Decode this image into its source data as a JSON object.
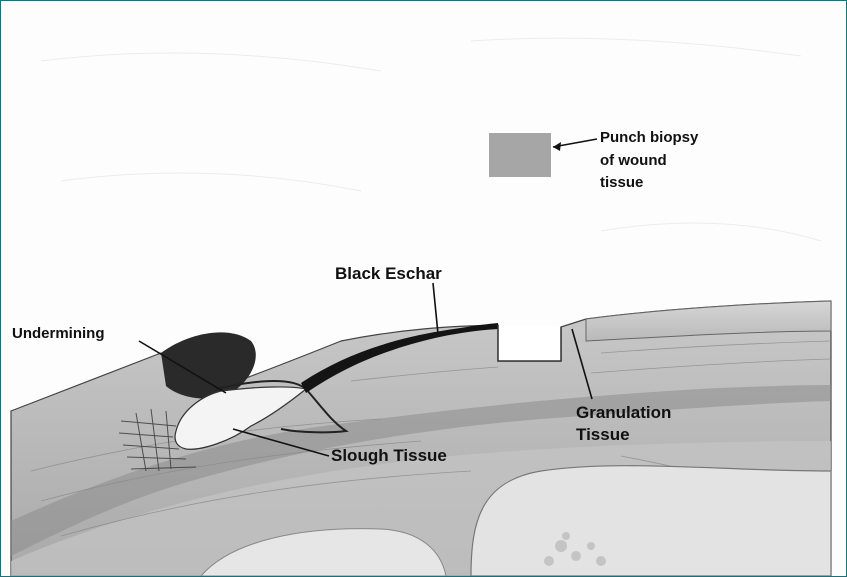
{
  "labels": {
    "undermining": "Undermining",
    "black_eschar": "Black Eschar",
    "slough_tissue": "Slough Tissue",
    "granulation_line1": "Granulation",
    "granulation_line2": "Tissue",
    "punch_line1": "Punch biopsy",
    "punch_line2": "of wound",
    "punch_line3": "tissue"
  },
  "colors": {
    "frame_border": "#1e6f78",
    "background": "#fdfdfd",
    "tissue_fill": "#b8b8b8",
    "eschar": "#141414",
    "punch_square": "#a6a6a6"
  }
}
